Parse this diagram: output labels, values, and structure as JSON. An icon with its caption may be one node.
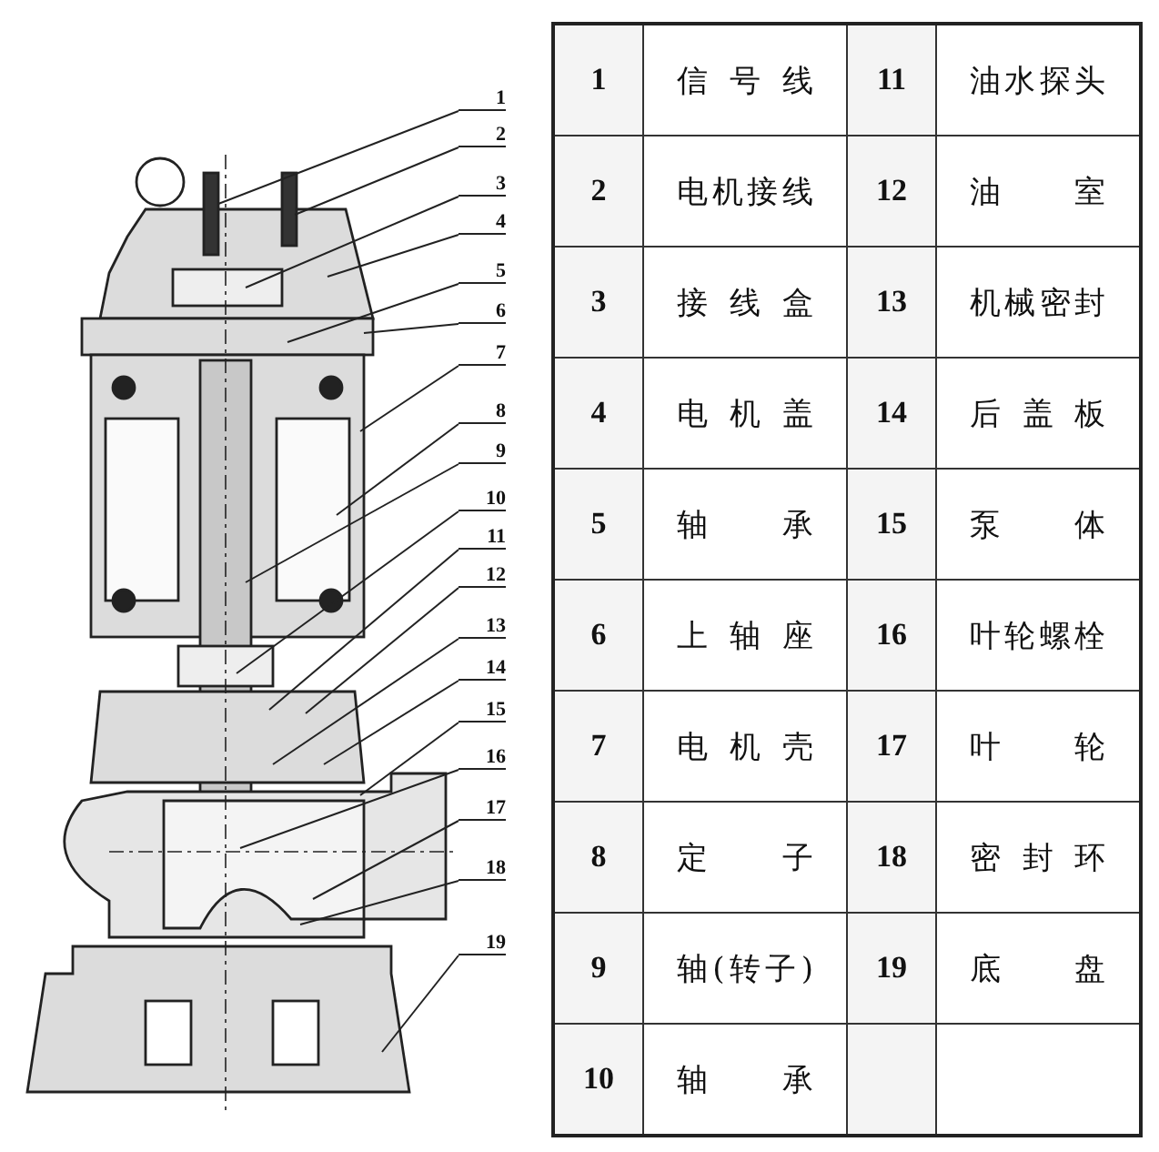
{
  "diagram": {
    "nodes": [
      {
        "text": [
          "1"
        ]
      },
      {
        "text": [
          "2"
        ]
      },
      {
        "text": [
          "3"
        ]
      },
      {
        "text": [
          "4"
        ]
      },
      {
        "text": [
          "5"
        ]
      },
      {
        "text": [
          "6"
        ]
      },
      {
        "text": [
          "7"
        ]
      },
      {
        "text": [
          "8"
        ]
      },
      {
        "text": [
          "9"
        ]
      },
      {
        "text": [
          "10"
        ]
      },
      {
        "text": [
          "11"
        ]
      },
      {
        "text": [
          "12"
        ]
      },
      {
        "text": [
          "13"
        ]
      },
      {
        "text": [
          "14"
        ]
      },
      {
        "text": [
          "15"
        ]
      },
      {
        "text": [
          "16"
        ]
      },
      {
        "text": [
          "17"
        ]
      },
      {
        "text": [
          "18"
        ]
      },
      {
        "text": [
          "19"
        ]
      }
    ],
    "edges": [
      {
        "from": 0,
        "to": null,
        "arrow": "none"
      },
      {
        "from": 1,
        "to": null,
        "arrow": "none"
      },
      {
        "from": 2,
        "to": null,
        "arrow": "none"
      },
      {
        "from": 3,
        "to": null,
        "arrow": "none"
      },
      {
        "from": 4,
        "to": null,
        "arrow": "none"
      },
      {
        "from": 5,
        "to": null,
        "arrow": "none"
      },
      {
        "from": 6,
        "to": null,
        "arrow": "none"
      },
      {
        "from": 7,
        "to": null,
        "arrow": "none"
      },
      {
        "from": 8,
        "to": null,
        "arrow": "none"
      },
      {
        "from": 9,
        "to": null,
        "arrow": "none"
      },
      {
        "from": 10,
        "to": null,
        "arrow": "none"
      },
      {
        "from": 11,
        "to": null,
        "arrow": "none"
      },
      {
        "from": 12,
        "to": null,
        "arrow": "none"
      },
      {
        "from": 13,
        "to": null,
        "arrow": "none"
      },
      {
        "from": 14,
        "to": null,
        "arrow": "none"
      },
      {
        "from": 15,
        "to": null,
        "arrow": "none"
      },
      {
        "from": 16,
        "to": null,
        "arrow": "none"
      },
      {
        "from": 17,
        "to": null,
        "arrow": "none"
      },
      {
        "from": 18,
        "to": null,
        "arrow": "none"
      }
    ],
    "labels": [
      "1",
      "信号线",
      "11",
      "油水探头",
      "2",
      "电机接线",
      "12",
      "油室",
      "3",
      "接线盒",
      "13",
      "机械密封",
      "4",
      "电机盖",
      "14",
      "后盖板",
      "5",
      "轴承",
      "15",
      "泵体",
      "6",
      "上轴座",
      "16",
      "叶轮螺栓",
      "7",
      "电机壳",
      "17",
      "叶轮",
      "8",
      "定子",
      "18",
      "密封环",
      "9",
      "轴(转子)",
      "19",
      "底盘",
      "10",
      "轴承"
    ]
  }
}
